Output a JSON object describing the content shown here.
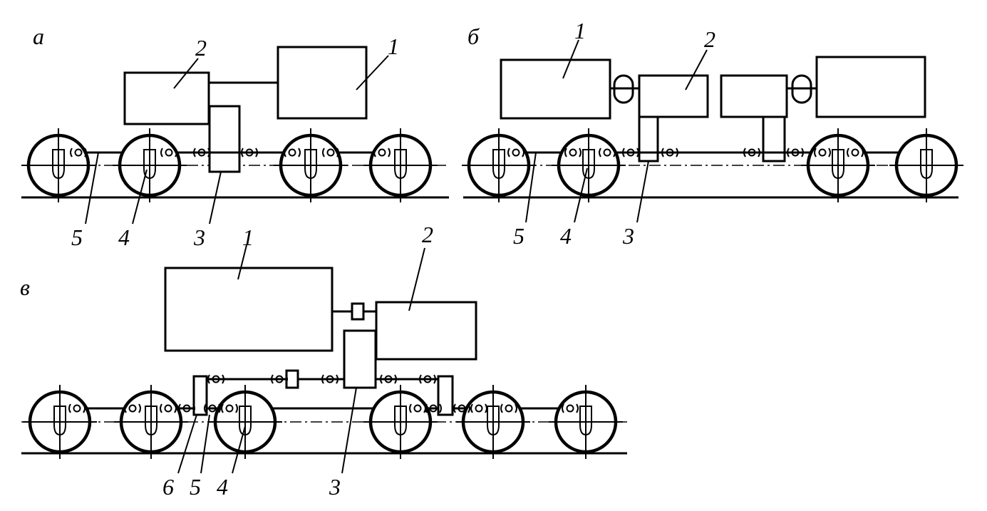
{
  "diagram": {
    "panels": [
      {
        "id": "a",
        "letter": "а"
      },
      {
        "id": "b",
        "letter": "б"
      },
      {
        "id": "v",
        "letter": "в"
      }
    ],
    "callouts": {
      "n1": "1",
      "n2": "2",
      "n3": "3",
      "n4": "4",
      "n5": "5",
      "n6": "6"
    }
  }
}
